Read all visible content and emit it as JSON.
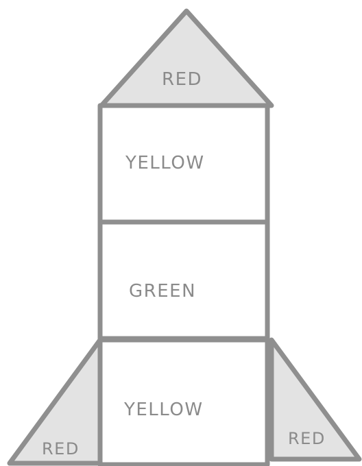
{
  "colors": {
    "outline": "#8f8f8f",
    "shaded_fill": "#e3e3e3",
    "box_fill": "#ffffff",
    "label_text": "#8a8a8a"
  },
  "shapes": {
    "nose_cone": {
      "shape": "triangle",
      "label": "RED"
    },
    "upper_body": {
      "shape": "rectangle",
      "label": "YELLOW"
    },
    "middle_body": {
      "shape": "rectangle",
      "label": "GREEN"
    },
    "lower_body": {
      "shape": "rectangle",
      "label": "YELLOW"
    },
    "left_fin": {
      "shape": "triangle",
      "label": "RED"
    },
    "right_fin": {
      "shape": "triangle",
      "label": "RED"
    }
  }
}
